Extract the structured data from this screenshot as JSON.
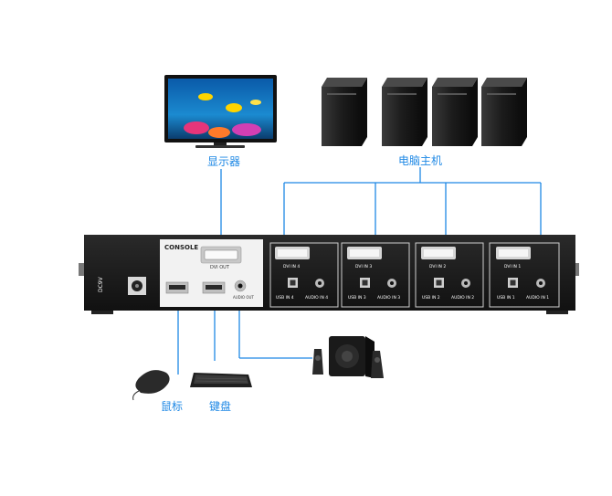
{
  "labels": {
    "monitor": "显示器",
    "computers": "电脑主机",
    "mouse": "鼠标",
    "keyboard": "键盘"
  },
  "device": {
    "power": "DC9V",
    "console_title": "CONSOLE",
    "console_dvi": "DVI OUT",
    "console_audio": "AUDIO OUT",
    "ports": [
      {
        "dvi": "DVI IN 4",
        "usb": "USB IN 4",
        "audio": "AUDIO IN 4"
      },
      {
        "dvi": "DVI IN 3",
        "usb": "USB IN 3",
        "audio": "AUDIO IN 3"
      },
      {
        "dvi": "DVI IN 2",
        "usb": "USB IN 2",
        "audio": "AUDIO IN 2"
      },
      {
        "dvi": "DVI IN 1",
        "usb": "USB IN 1",
        "audio": "AUDIO IN 1"
      }
    ]
  },
  "colors": {
    "connector": "#1e88e5",
    "device_body": "#1a1a1a",
    "label": "#1e88e5"
  }
}
